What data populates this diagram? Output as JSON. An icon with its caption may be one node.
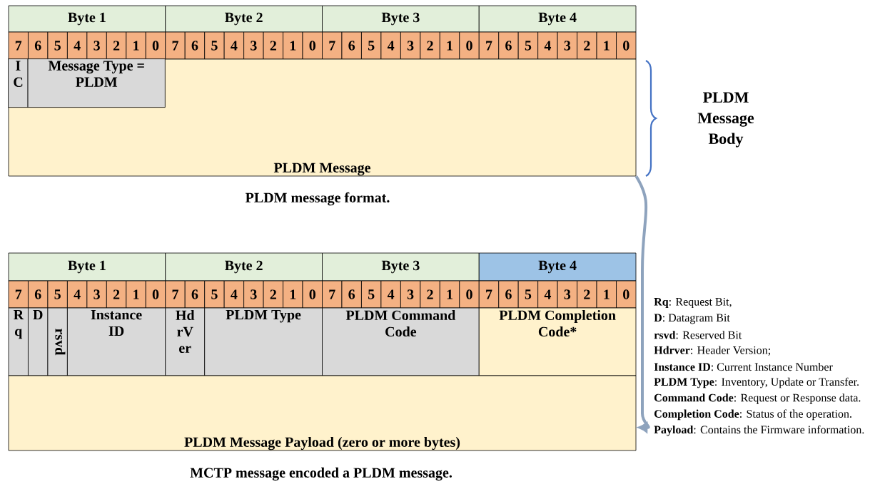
{
  "diagram": {
    "nodes": [
      {
        "text": [
          "Byte 1"
        ]
      },
      {
        "text": [
          "Byte 2"
        ]
      },
      {
        "text": [
          "Byte 3"
        ]
      },
      {
        "text": [
          "Byte 4"
        ]
      },
      {
        "text": [
          "7"
        ]
      },
      {
        "text": [
          "6"
        ]
      },
      {
        "text": [
          "5"
        ]
      },
      {
        "text": [
          "4"
        ]
      },
      {
        "text": [
          "3"
        ]
      },
      {
        "text": [
          "2"
        ]
      },
      {
        "text": [
          "1"
        ]
      },
      {
        "text": [
          "0"
        ]
      },
      {
        "text": [
          "7"
        ]
      },
      {
        "text": [
          "6"
        ]
      },
      {
        "text": [
          "5"
        ]
      },
      {
        "text": [
          "4"
        ]
      },
      {
        "text": [
          "3"
        ]
      },
      {
        "text": [
          "2"
        ]
      },
      {
        "text": [
          "1"
        ]
      },
      {
        "text": [
          "0"
        ]
      },
      {
        "text": [
          "7"
        ]
      },
      {
        "text": [
          "6"
        ]
      },
      {
        "text": [
          "5"
        ]
      },
      {
        "text": [
          "4"
        ]
      },
      {
        "text": [
          "3"
        ]
      },
      {
        "text": [
          "2"
        ]
      },
      {
        "text": [
          "1"
        ]
      },
      {
        "text": [
          "0"
        ]
      },
      {
        "text": [
          "7"
        ]
      },
      {
        "text": [
          "6"
        ]
      },
      {
        "text": [
          "5"
        ]
      },
      {
        "text": [
          "4"
        ]
      },
      {
        "text": [
          "3"
        ]
      },
      {
        "text": [
          "2"
        ]
      },
      {
        "text": [
          "1"
        ]
      },
      {
        "text": [
          "0"
        ]
      },
      {
        "text": [
          "PLDM Message"
        ]
      },
      {
        "text": [
          "I C"
        ],
        "in": 36
      },
      {
        "text": [
          "Message Type = PLDM"
        ],
        "in": 36
      },
      {
        "text": [
          "Byte 1"
        ]
      },
      {
        "text": [
          "Byte 2"
        ]
      },
      {
        "text": [
          "Byte 3"
        ]
      },
      {
        "text": [
          "Byte 4"
        ]
      },
      {
        "text": [
          "7"
        ]
      },
      {
        "text": [
          "6"
        ]
      },
      {
        "text": [
          "5"
        ]
      },
      {
        "text": [
          "4"
        ]
      },
      {
        "text": [
          "3"
        ]
      },
      {
        "text": [
          "2"
        ]
      },
      {
        "text": [
          "1"
        ]
      },
      {
        "text": [
          "0"
        ]
      },
      {
        "text": [
          "7"
        ]
      },
      {
        "text": [
          "6"
        ]
      },
      {
        "text": [
          "5"
        ]
      },
      {
        "text": [
          "4"
        ]
      },
      {
        "text": [
          "3"
        ]
      },
      {
        "text": [
          "2"
        ]
      },
      {
        "text": [
          "1"
        ]
      },
      {
        "text": [
          "0"
        ]
      },
      {
        "text": [
          "7"
        ]
      },
      {
        "text": [
          "6"
        ]
      },
      {
        "text": [
          "5"
        ]
      },
      {
        "text": [
          "4"
        ]
      },
      {
        "text": [
          "3"
        ]
      },
      {
        "text": [
          "2"
        ]
      },
      {
        "text": [
          "1"
        ]
      },
      {
        "text": [
          "0"
        ]
      },
      {
        "text": [
          "7"
        ]
      },
      {
        "text": [
          "6"
        ]
      },
      {
        "text": [
          "5"
        ]
      },
      {
        "text": [
          "4"
        ]
      },
      {
        "text": [
          "3"
        ]
      },
      {
        "text": [
          "2"
        ]
      },
      {
        "text": [
          "1"
        ]
      },
      {
        "text": [
          "0"
        ]
      },
      {
        "text": [
          "R q"
        ]
      },
      {
        "text": [
          "D"
        ]
      },
      {
        "text": [
          "rsvd"
        ]
      },
      {
        "text": [
          "Instance ID"
        ]
      },
      {
        "text": [
          "Hd rV er"
        ]
      },
      {
        "text": [
          "PLDM Type"
        ]
      },
      {
        "text": [
          "PLDM Command Code"
        ]
      },
      {
        "text": [
          "PLDM Completion Code*"
        ]
      },
      {
        "text": [
          "PLDM Message Payload (zero or more bytes)"
        ]
      }
    ],
    "edges": [
      {
        "from": 36,
        "to": 83,
        "arrow": "to"
      }
    ],
    "labels": [
      "PLDM Message Body",
      "PLDM message format.",
      "**Rq**: Request Bit,",
      "**D**: Datagram Bit",
      "**rsvd**: Reserved Bit",
      "**Hdrver**: Header Version;",
      "**Instance ID**: Current Instance Number",
      "**PLDM Type**: Inventory, Update or Transfer.",
      "**Command Code**: Request or Response data.",
      "**Completion Code**: Status of the operation.",
      "**Payload**: Contains the Firmware information.",
      "MCTP message encoded a PLDM message."
    ]
  }
}
